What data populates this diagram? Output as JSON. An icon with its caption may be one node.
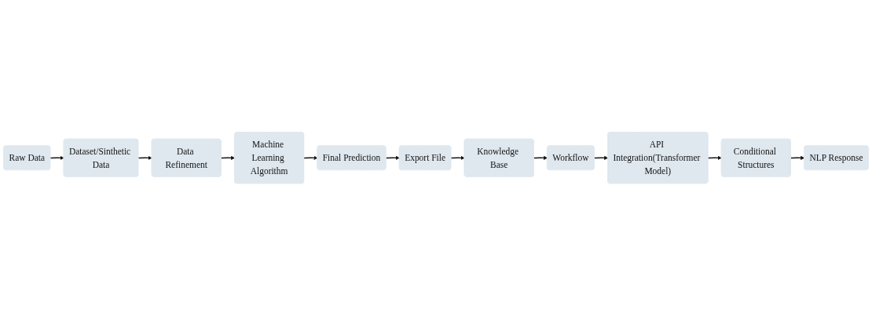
{
  "diagram": {
    "nodes": [
      {
        "text": [
          "Raw Data"
        ]
      },
      {
        "text": [
          "Dataset/Sinthetic Data"
        ]
      },
      {
        "text": [
          "Data Refinement"
        ]
      },
      {
        "text": [
          "Machine Learning Algorithm"
        ]
      },
      {
        "text": [
          "Final Prediction"
        ]
      },
      {
        "text": [
          "Export File"
        ]
      },
      {
        "text": [
          "Knowledge Base"
        ]
      },
      {
        "text": [
          "Workflow"
        ]
      },
      {
        "text": [
          "API Integration(Transformer Model)"
        ]
      },
      {
        "text": [
          "Conditional Structures"
        ]
      },
      {
        "text": [
          "NLP Response"
        ]
      }
    ],
    "edges": [
      {
        "from": 0,
        "to": 1,
        "arrow": "to"
      },
      {
        "from": 1,
        "to": 2,
        "arrow": "to"
      },
      {
        "from": 2,
        "to": 3,
        "arrow": "to"
      },
      {
        "from": 3,
        "to": 4,
        "arrow": "to"
      },
      {
        "from": 4,
        "to": 5,
        "arrow": "to"
      },
      {
        "from": 5,
        "to": 6,
        "arrow": "to"
      },
      {
        "from": 6,
        "to": 7,
        "arrow": "to"
      },
      {
        "from": 7,
        "to": 8,
        "arrow": "to"
      },
      {
        "from": 8,
        "to": 9,
        "arrow": "to"
      },
      {
        "from": 9,
        "to": 10,
        "arrow": "to"
      }
    ]
  }
}
